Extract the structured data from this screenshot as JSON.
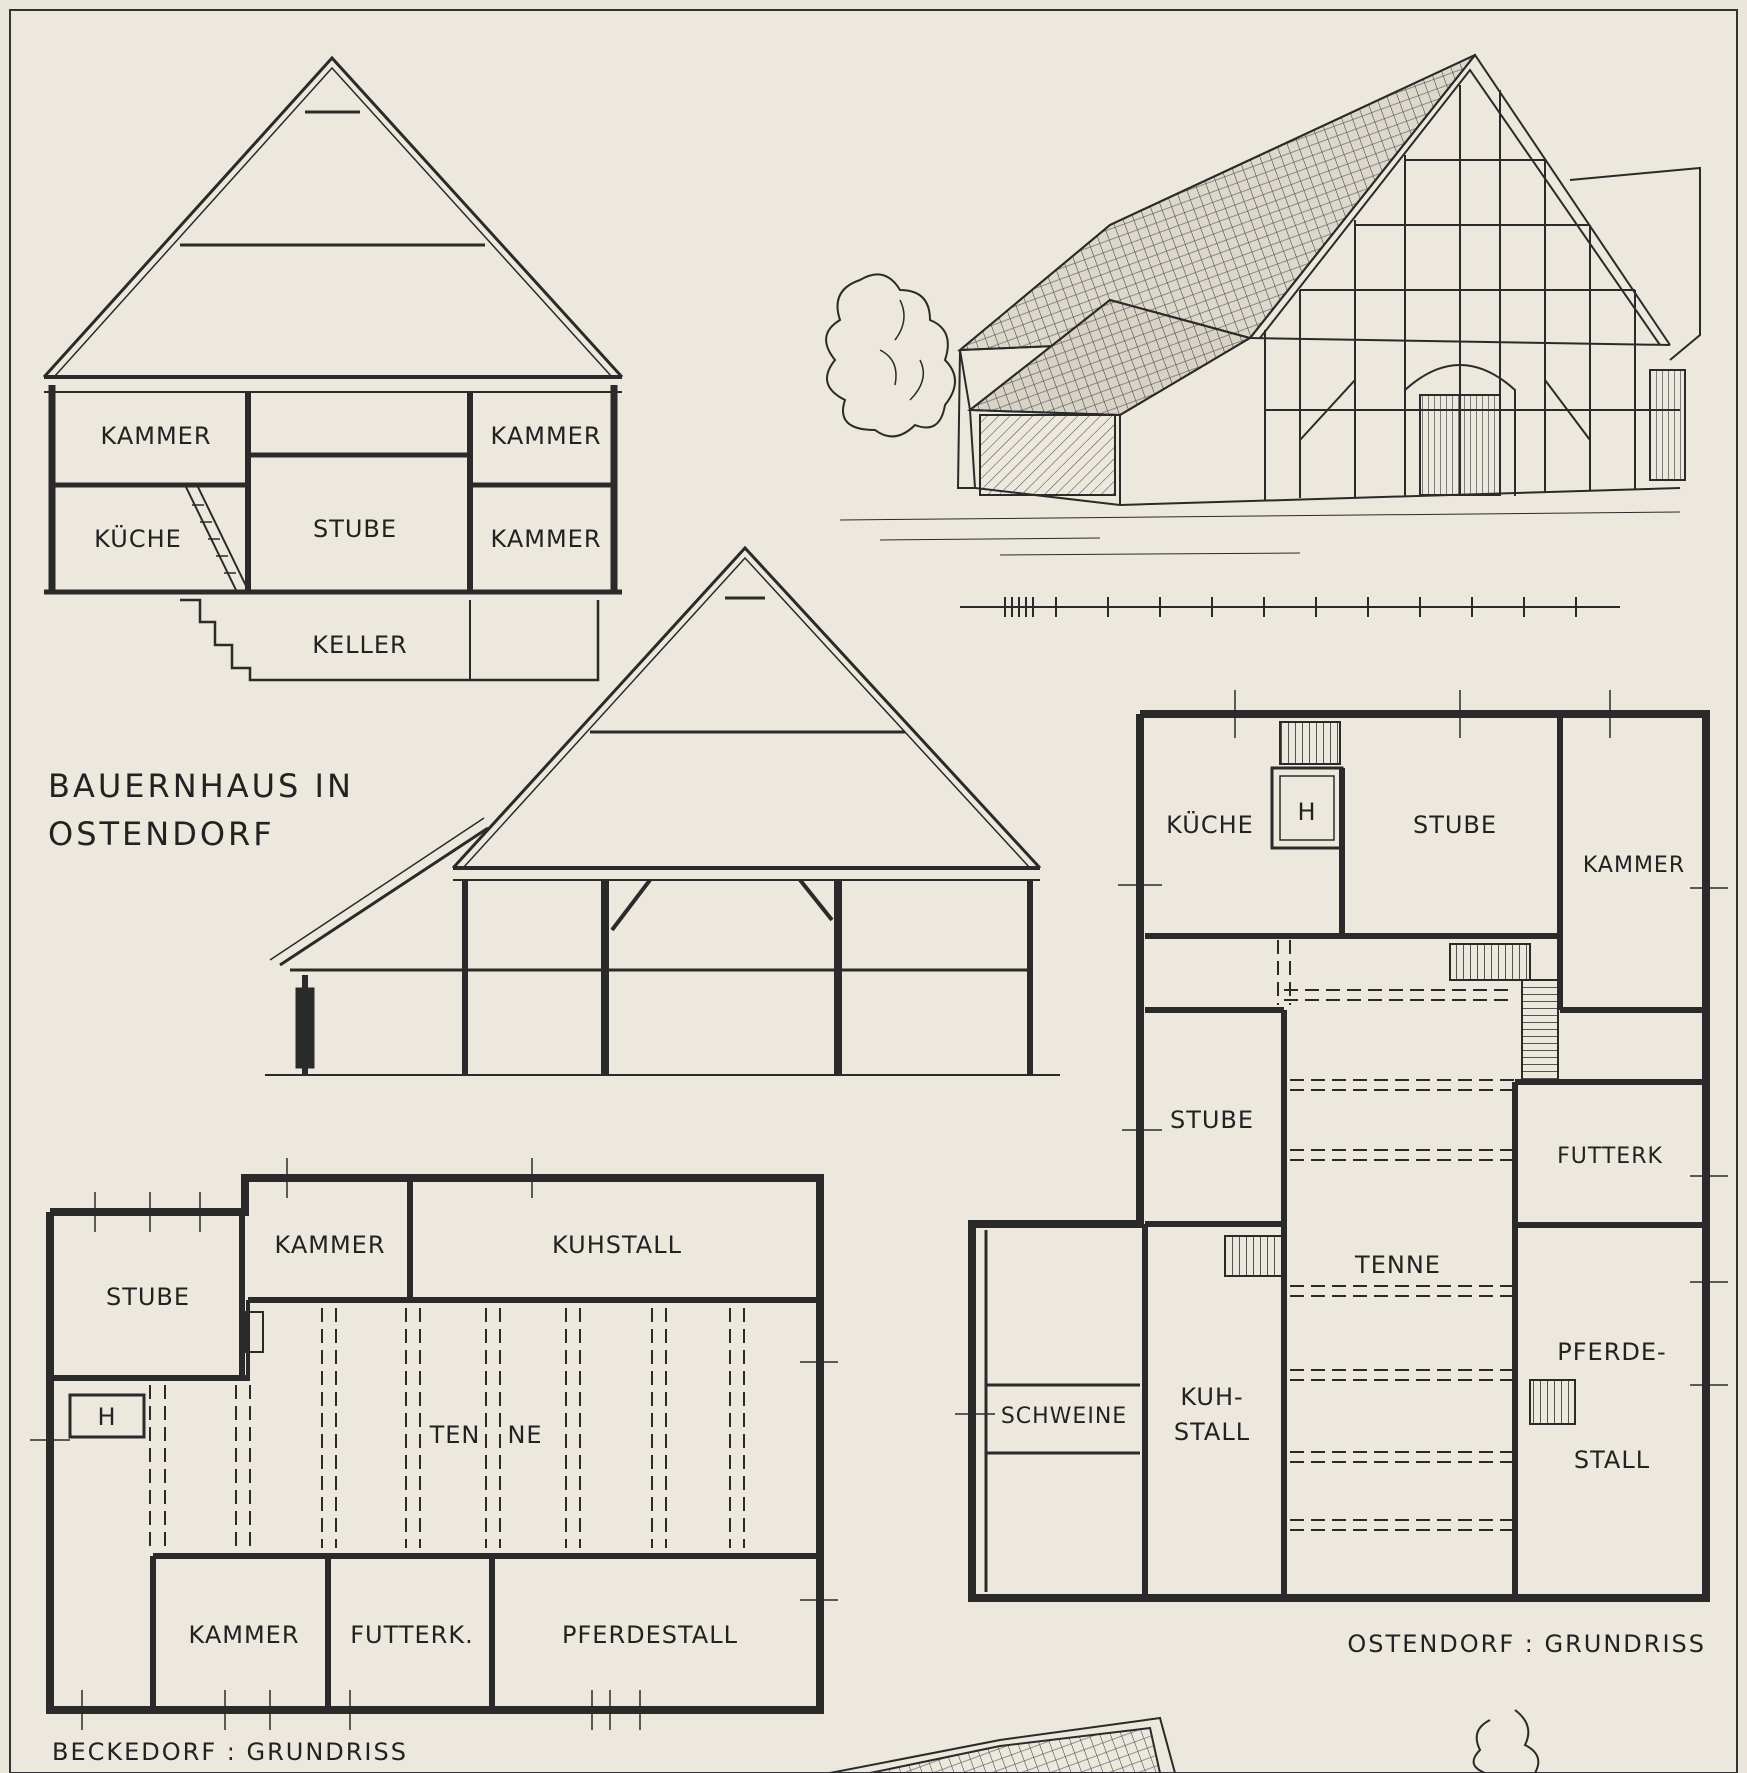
{
  "title": {
    "line1": "BAUERNHAUS IN",
    "line2": "OSTENDORF"
  },
  "section_top": {
    "kammer_upper_left": "KAMMER",
    "kammer_upper_right": "KAMMER",
    "kueche": "KÜCHE",
    "stube": "STUBE",
    "kammer_lower_right": "KAMMER",
    "keller": "KELLER"
  },
  "ostendorf_plan": {
    "kueche": "KÜCHE",
    "herd": "H",
    "stube_top": "STUBE",
    "kammer": "KAMMER",
    "stube_mid": "STUBE",
    "futterk": "FUTTERK",
    "tenne": "TENNE",
    "schweine": "SCHWEINE",
    "kuhstall_1": "KUH-",
    "kuhstall_2": "STALL",
    "pferdestall_1": "PFERDE-",
    "pferdestall_2": "STALL",
    "caption": "OSTENDORF : GRUNDRISS"
  },
  "beckedorf_plan": {
    "stube": "STUBE",
    "kammer_top": "KAMMER",
    "kuhstall": "KUHSTALL",
    "herd": "H",
    "tenne_1": "TEN",
    "tenne_2": "NE",
    "kammer_bottom": "KAMMER",
    "futterk": "FUTTERK.",
    "pferdestall": "PFERDESTALL",
    "caption": "BECKEDORF : GRUNDRISS"
  }
}
